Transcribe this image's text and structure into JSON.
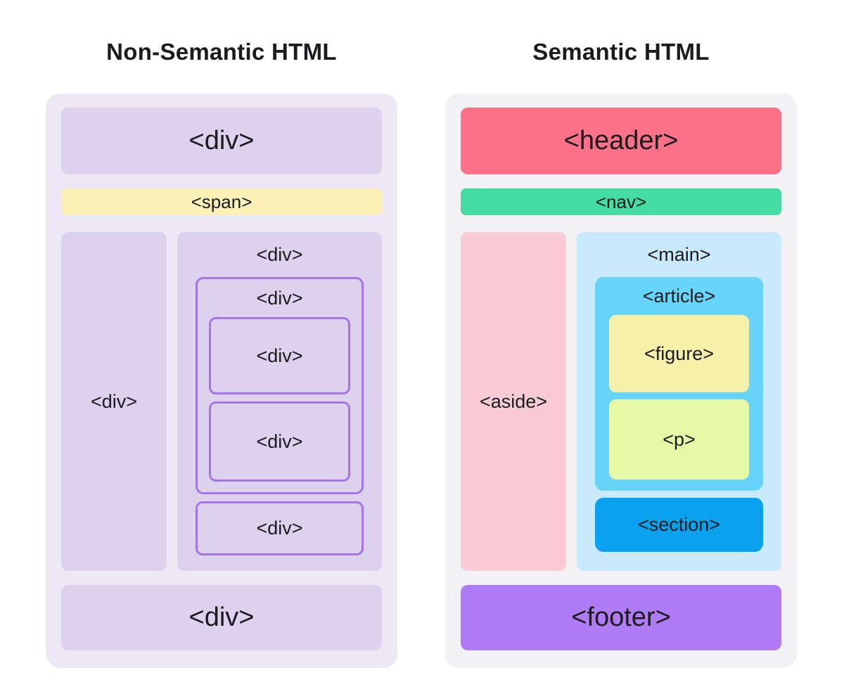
{
  "left": {
    "title": "Non-Semantic HTML",
    "top_block": "<div>",
    "span_block": "<span>",
    "side_div": "<div>",
    "content_div_label": "<div>",
    "nested_wrapper_label": "<div>",
    "nested_div_1": "<div>",
    "nested_div_2": "<div>",
    "single_div": "<div>",
    "bottom_block": "<div>"
  },
  "right": {
    "title": "Semantic HTML",
    "header": "<header>",
    "nav": "<nav>",
    "aside": "<aside>",
    "main_label": "<main>",
    "article_label": "<article>",
    "figure": "<figure>",
    "p": "<p>",
    "section": "<section>",
    "footer": "<footer>"
  },
  "colors": {
    "page_bg": "#FFFFFF",
    "text": "#1B1B1F",
    "left_panel_bg": "#EDE8F6",
    "purple_block": "#DCD2ED",
    "purple_border": "#A674EA",
    "span_yellow": "#FBF1B6",
    "right_panel_bg": "#F2F1F4",
    "header_pink": "#FB7288",
    "nav_green": "#44DCA1",
    "aside_pink": "#F9CBD5",
    "main_blue": "#C9E9FD",
    "article_blue": "#66D5F9",
    "figure_yellow": "#F6F0AB",
    "p_green": "#E5F8A4",
    "section_blue": "#0AA2EE",
    "footer_purple": "#B07CF6"
  }
}
